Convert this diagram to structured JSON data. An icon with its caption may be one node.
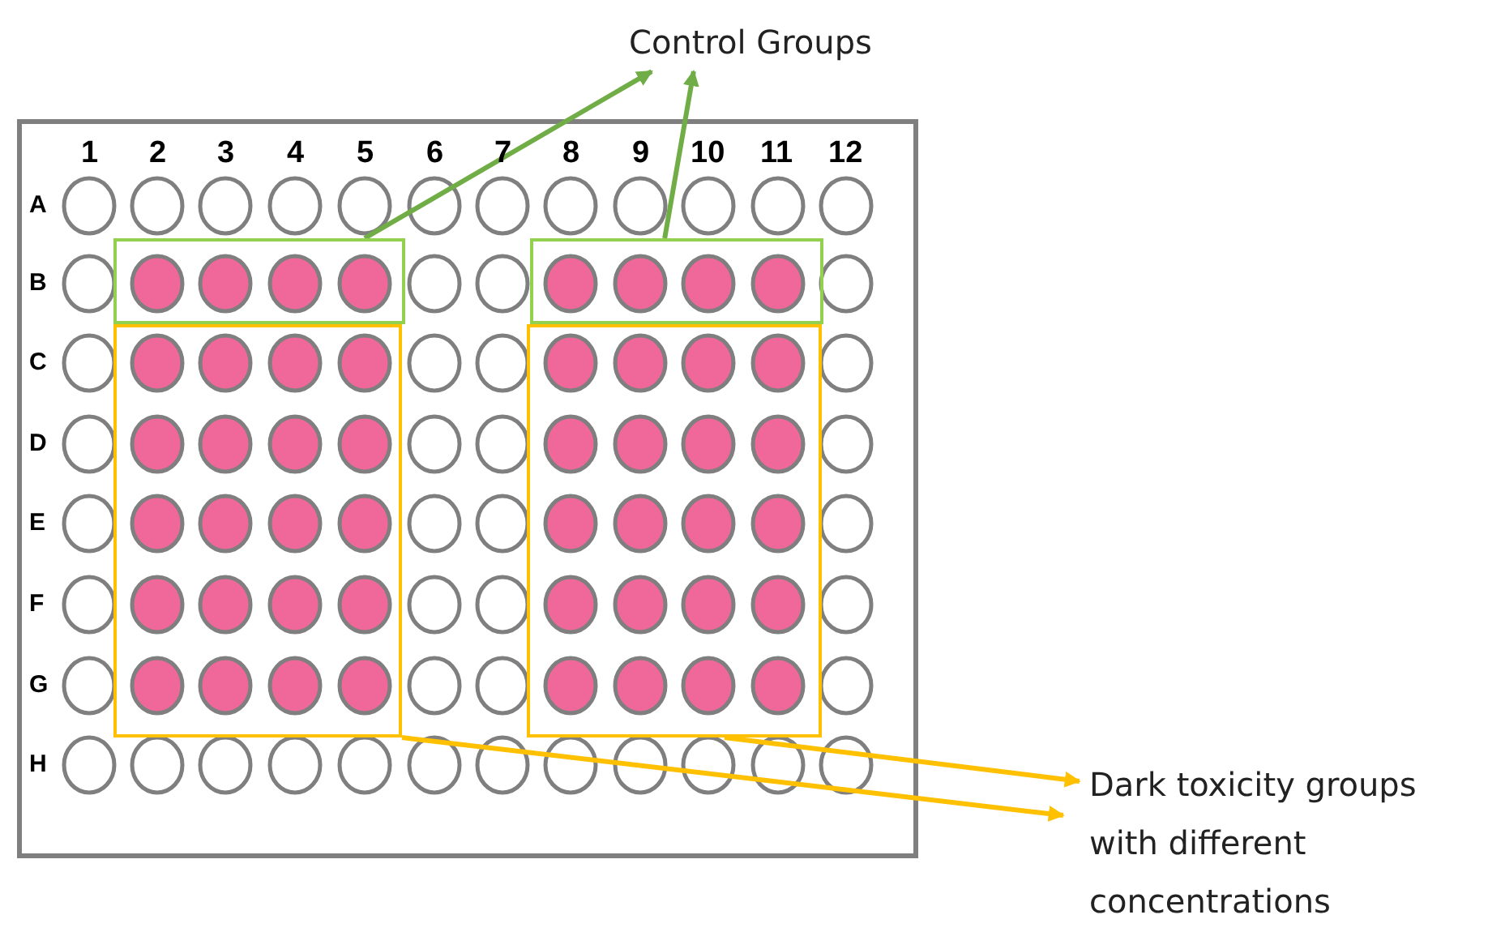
{
  "diagram": {
    "nodes": [
      {
        "text": [
          "Control Groups"
        ]
      },
      {
        "text": [],
        "shape": "box"
      },
      {
        "text": [],
        "shape": "box"
      },
      {
        "text": [],
        "shape": "box"
      },
      {
        "text": [],
        "shape": "box"
      },
      {
        "text": [
          "Dark toxicity groups with different concentrations"
        ]
      }
    ],
    "edges": [
      {
        "from": 1,
        "to": 0,
        "arrow": "to",
        "color": "#70ad47"
      },
      {
        "from": 2,
        "to": 0,
        "arrow": "to",
        "color": "#70ad47"
      },
      {
        "from": 3,
        "to": 5,
        "arrow": "to",
        "color": "#ffc000"
      },
      {
        "from": 4,
        "to": 5,
        "arrow": "to",
        "color": "#ffc000"
      }
    ],
    "labels": [
      "1",
      "2",
      "3",
      "4",
      "5",
      "6",
      "7",
      "8",
      "9",
      "10",
      "11",
      "12",
      "A",
      "B",
      "C",
      "D",
      "E",
      "F",
      "G",
      "H"
    ]
  }
}
